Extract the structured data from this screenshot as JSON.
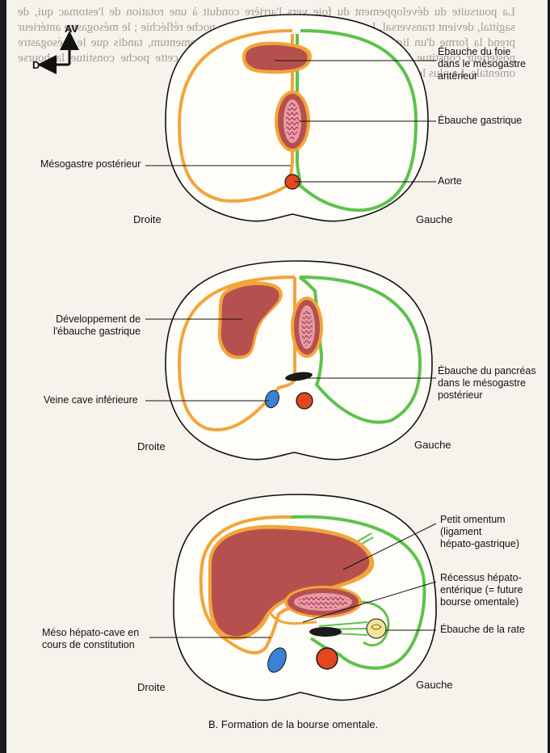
{
  "orientation": {
    "anterior": "AV",
    "right": "D"
  },
  "panels": [
    {
      "id": "panel-1",
      "labels": {
        "liver": "Ébauche du foie\ndans le mésogastre\nantérieur",
        "stomach": "Ébauche gastrique",
        "dorsal_mesogastrium": "Mésogastre postérieur",
        "aorta": "Aorte"
      },
      "right_side": "Droite",
      "left_side": "Gauche"
    },
    {
      "id": "panel-2",
      "labels": {
        "stomach_development": "Développement de\nl'ébauche gastrique",
        "pancreas": "Ébauche du pancréas\ndans le mésogastre\npostérieur",
        "vena_cava": "Veine cave inférieure"
      },
      "right_side": "Droite",
      "left_side": "Gauche"
    },
    {
      "id": "panel-3",
      "labels": {
        "lesser_omentum": "Petit omentum\n(ligament\nhépato-gastrique)",
        "recess": "Récessus hépato-\nentérique (= future\nbourse omentale)",
        "spleen": "Ébauche de la rate",
        "hepatocaval_meso": "Méso hépato-cave en\ncours de constitution"
      },
      "right_side": "Droite",
      "left_side": "Gauche"
    }
  ],
  "caption": "B. Formation de la bourse omentale.",
  "bleed_text": "La poursuite du développement du foie vers l'arrière conduit à une rotation de l'estomac qui, de sagittal, devient transversal. Le mésogastre devient alors une poche réfléchie ; le mésogastre antérieur prend la forme d'un ligament à la fois grand et au futur petit omentum, tandis que le mésogastre postérieur constitue le grand omentum. La partie postérieure de cette poche constitue la bourse omentale. Le plus long, le ligament ...",
  "colors": {
    "peritoneum_right": "#f2a53a",
    "peritoneum_left": "#5ec24c",
    "organ": "#b6504e",
    "aorta": "#e2471f",
    "vena_cava": "#3a82d6",
    "stomach_lining": "#e79aa7",
    "spleen": "#f1e59a"
  }
}
